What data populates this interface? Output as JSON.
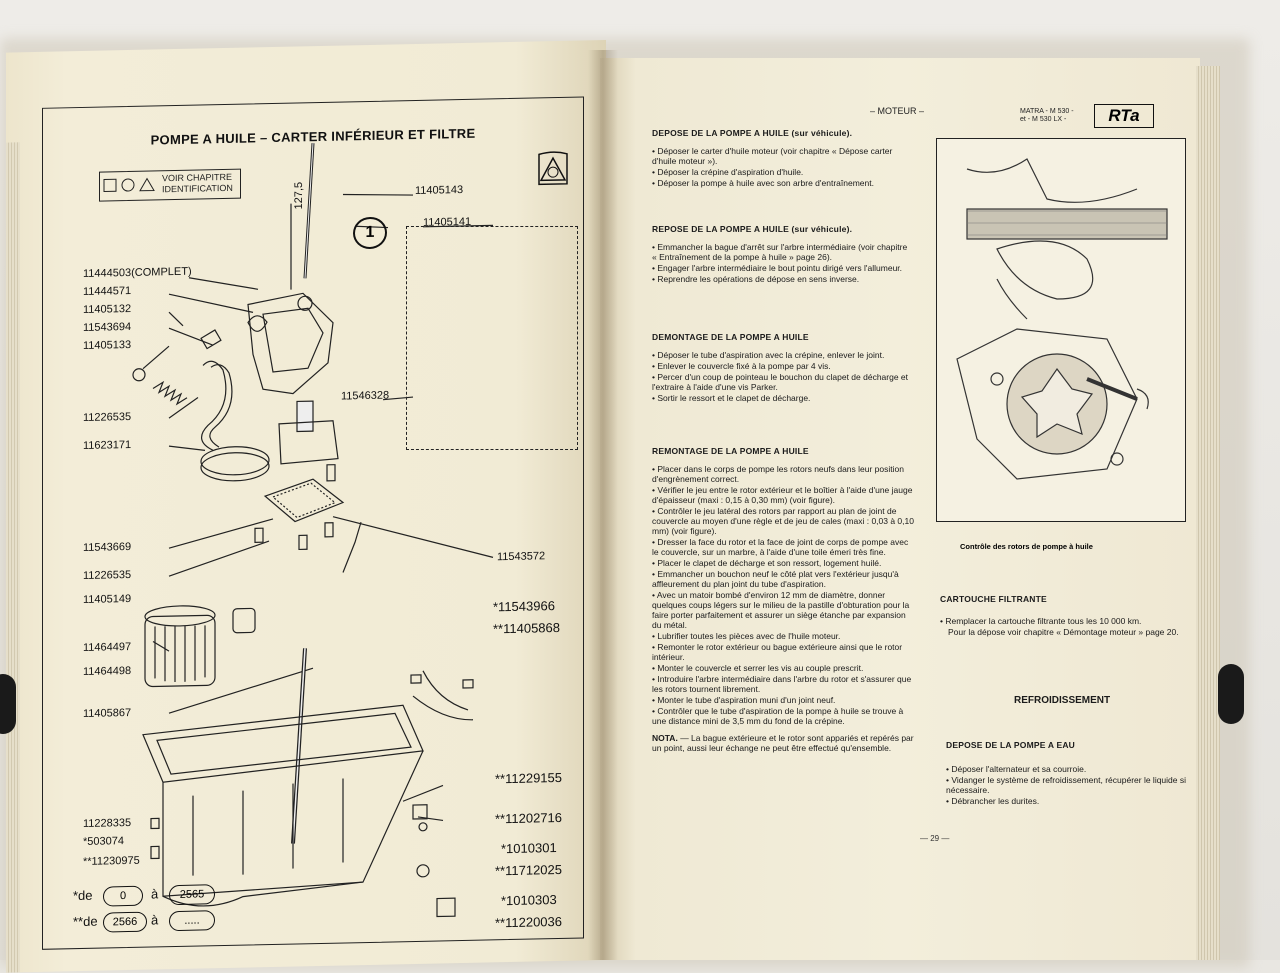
{
  "left_page": {
    "title": "POMPE A HUILE – CARTER INFÉRIEUR ET FILTRE",
    "ident_text": "VOIR CHAPITRE IDENTIFICATION",
    "dimension": "127,5",
    "callout_number": "1",
    "part_numbers": {
      "p11405143": "11405143",
      "p11405141": "11405141",
      "p11444503": "11444503(COMPLET)",
      "p11444571": "11444571",
      "p11405132": "11405132",
      "p11543694": "11543694",
      "p11405133": "11405133",
      "p11226535a": "11226535",
      "p11623171": "11623171",
      "p11546328": "11546328",
      "p11543669": "11543669",
      "p11226535b": "11226535",
      "p11543572": "11543572",
      "p11405149": "11405149",
      "p11464497": "11464497",
      "p11464498": "11464498",
      "p11405867": "11405867",
      "p11543966": "*11543966",
      "p11405868": "**11405868",
      "p11229155": "**11229155",
      "p11228335": "11228335",
      "p503074": "*503074",
      "p11230975": "**11230975",
      "p11202716": "**11202716",
      "p1010301": "*1010301",
      "p11712025": "**11712025",
      "p1010303": "*1010303",
      "p11220036": "**11220036"
    },
    "serial_legend": {
      "row1_prefix": "*de",
      "row1_from": "0",
      "row1_to_word": "à",
      "row1_to": "2565",
      "row2_prefix": "**de",
      "row2_from": "2566",
      "row2_to_word": "à",
      "row2_to": "....."
    }
  },
  "right_page": {
    "header_center": "– MOTEUR –",
    "header_right_line1": "MATRA - M 530 -",
    "header_right_line2": "et - M 530 LX -",
    "brand": "RTa",
    "sections": [
      {
        "title": "DEPOSE DE LA POMPE A HUILE (sur véhicule).",
        "bullets": [
          "Déposer le carter d'huile moteur (voir chapitre « Dépose carter d'huile moteur »).",
          "Déposer la crépine d'aspiration d'huile.",
          "Déposer la pompe à huile avec son arbre d'entraînement."
        ]
      },
      {
        "title": "REPOSE DE LA POMPE A HUILE (sur véhicule).",
        "bullets": [
          "Emmancher la bague d'arrêt sur l'arbre intermédiaire (voir chapitre « Entraînement de la pompe à huile » page 26).",
          "Engager l'arbre intermédiaire le bout pointu dirigé vers l'allumeur.",
          "Reprendre les opérations de dépose en sens inverse."
        ]
      },
      {
        "title": "DEMONTAGE DE LA POMPE A HUILE",
        "bullets": [
          "Déposer le tube d'aspiration avec la crépine, enlever le joint.",
          "Enlever le couvercle fixé à la pompe par 4 vis.",
          "Percer d'un coup de pointeau le bouchon du clapet de décharge et l'extraire à l'aide d'une vis Parker.",
          "Sortir le ressort et le clapet de décharge."
        ]
      },
      {
        "title": "REMONTAGE DE LA POMPE A HUILE",
        "bullets": [
          "Placer dans le corps de pompe les rotors neufs dans leur position d'engrènement correct.",
          "Vérifier le jeu entre le rotor extérieur et le boîtier à l'aide d'une jauge d'épaisseur (maxi : 0,15 à 0,30 mm) (voir figure).",
          "Contrôler le jeu latéral des rotors par rapport au plan de joint de couvercle au moyen d'une règle et de jeu de cales (maxi : 0,03 à 0,10 mm) (voir figure).",
          "Dresser la face du rotor et la face de joint de corps de pompe avec le couvercle, sur un marbre, à l'aide d'une toile émeri très fine.",
          "Placer le clapet de décharge et son ressort, logement huilé.",
          "Emmancher un bouchon neuf le côté plat vers l'extérieur jusqu'à affleurement du plan joint du tube d'aspiration.",
          "Avec un matoir bombé d'environ 12 mm de diamètre, donner quelques coups légers sur le milieu de la pastille d'obturation pour la faire porter parfaitement et assurer un siège étanche par expansion du métal.",
          "Lubrifier toutes les pièces avec de l'huile moteur.",
          "Remonter le rotor extérieur ou bague extérieure ainsi que le rotor intérieur.",
          "Monter le couvercle et serrer les vis au couple prescrit.",
          "Introduire l'arbre intermédiaire dans l'arbre du rotor et s'assurer que les rotors tournent librement.",
          "Monter le tube d'aspiration muni d'un joint neuf.",
          "Contrôler que le tube d'aspiration de la pompe à huile se trouve à une distance mini de 3,5 mm du fond de la crépine."
        ]
      }
    ],
    "nota_label": "NOTA.",
    "nota_text": "— La bague extérieure et le rotor sont appariés et repérés par un point, aussi leur échange ne peut être effectué qu'ensemble.",
    "photo_caption": "Contrôle des rotors de pompe à huile",
    "cartouche_title": "CARTOUCHE FILTRANTE",
    "cartouche_bullets": [
      "Remplacer la cartouche filtrante tous les 10 000 km.",
      "Pour la dépose voir chapitre « Démontage moteur » page 20."
    ],
    "refroid_title": "REFROIDISSEMENT",
    "pompe_eau_title": "DEPOSE DE LA POMPE A EAU",
    "pompe_eau_bullets": [
      "Déposer l'alternateur et sa courroie.",
      "Vidanger le système de refroidissement, récupérer le liquide si nécessaire.",
      "Débrancher les durites."
    ],
    "page_number": "— 29 —"
  }
}
